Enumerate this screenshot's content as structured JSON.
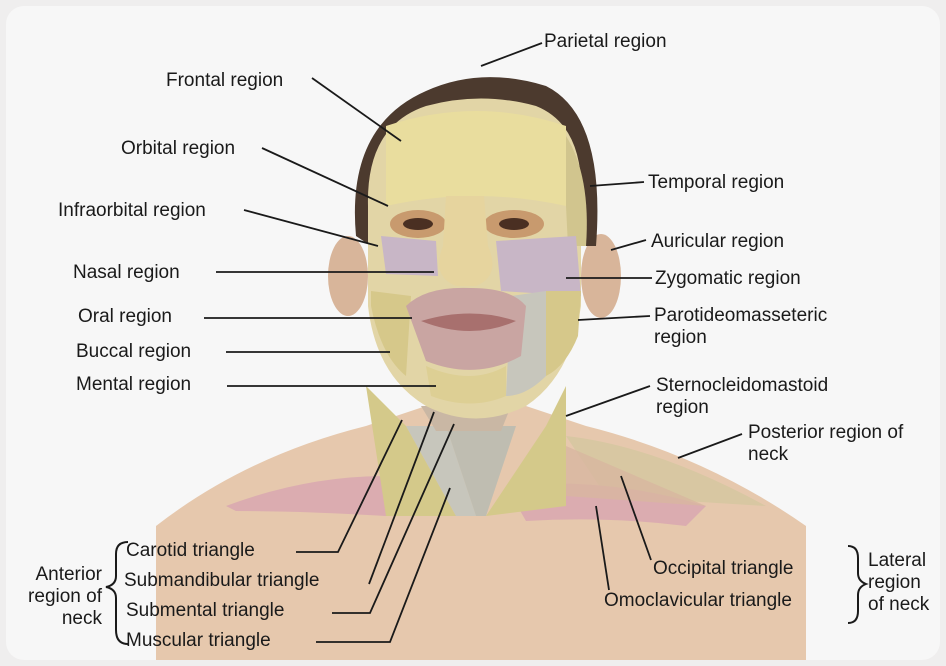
{
  "labels": {
    "parietal": "Parietal region",
    "frontal": "Frontal region",
    "orbital": "Orbital region",
    "temporal": "Temporal region",
    "infraorbital": "Infraorbital region",
    "auricular": "Auricular region",
    "nasal": "Nasal region",
    "zygomatic": "Zygomatic region",
    "oral": "Oral region",
    "parotid": "Parotideomasseteric region",
    "buccal": "Buccal region",
    "mental": "Mental region",
    "sternocleidomastoid": "Sternocleidomastoid region",
    "posterior_neck": "Posterior region of neck",
    "carotid": "Carotid triangle",
    "submandibular": "Submandibular triangle",
    "submental": "Submental triangle",
    "muscular": "Muscular triangle",
    "occipital": "Occipital triangle",
    "omoclavicular": "Omoclavicular triangle",
    "anterior_group": "Anterior region of neck",
    "lateral_group": "Lateral region of neck"
  },
  "colors": {
    "skin": "#e9c7a9",
    "hair": "#4c3a2e",
    "frontal_yellow": "#e7dca1",
    "purple_region": "#c8b6c6",
    "olive_region": "#d4c98a",
    "gray_region": "#c7c6bc",
    "pink_region": "#d9a9b0",
    "leader_line": "#1a1a1a"
  }
}
